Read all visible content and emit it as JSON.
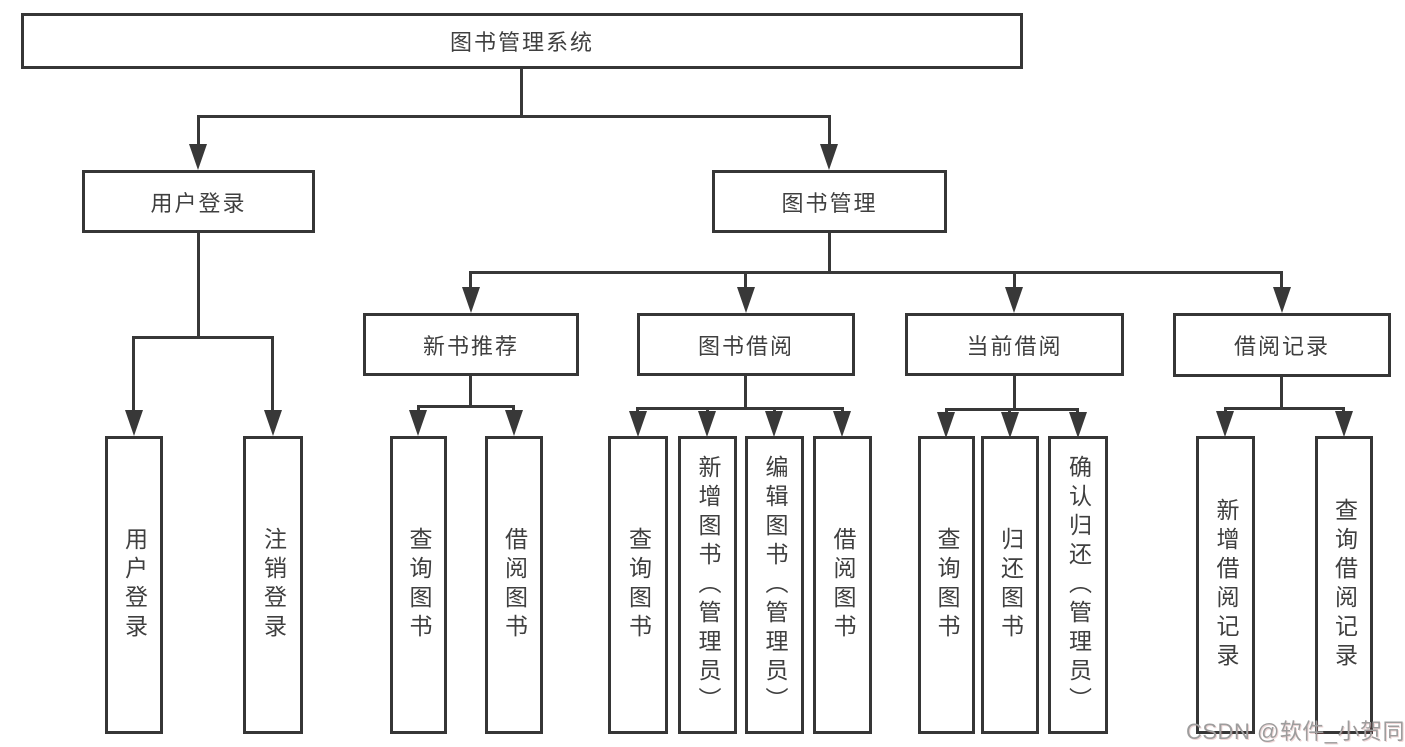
{
  "diagram": {
    "root": {
      "label": "图书管理系统"
    },
    "level2": [
      {
        "label": "用户登录"
      },
      {
        "label": "图书管理"
      }
    ],
    "level3": [
      {
        "label": "新书推荐"
      },
      {
        "label": "图书借阅"
      },
      {
        "label": "当前借阅"
      },
      {
        "label": "借阅记录"
      }
    ],
    "leaves": [
      {
        "label": "用户登录"
      },
      {
        "label": "注销登录"
      },
      {
        "label": "查询图书"
      },
      {
        "label": "借阅图书"
      },
      {
        "label": "查询图书"
      },
      {
        "label": "新增图书（管理员）"
      },
      {
        "label": "编辑图书（管理员）"
      },
      {
        "label": "借阅图书"
      },
      {
        "label": "查询图书"
      },
      {
        "label": "归还图书"
      },
      {
        "label": "确认归还（管理员）"
      },
      {
        "label": "新增借阅记录"
      },
      {
        "label": "查询借阅记录"
      }
    ]
  },
  "watermark": {
    "text": "CSDN @软件_小贺同学"
  },
  "colors": {
    "line": "#383838",
    "text": "#3f3f3f",
    "watermark": "#9d9d9d",
    "background": "#ffffff"
  }
}
